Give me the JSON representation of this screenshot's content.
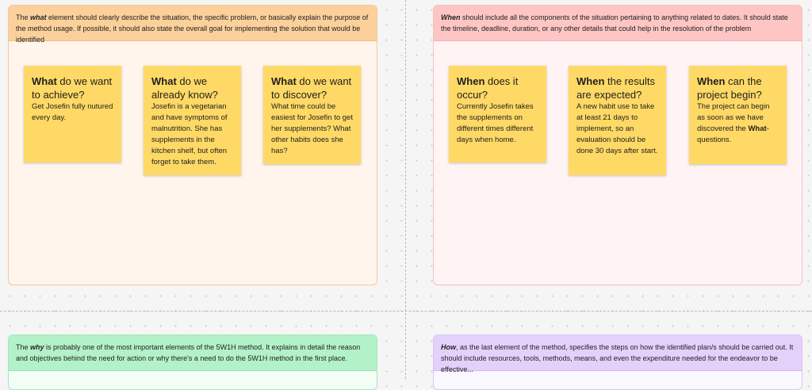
{
  "sections": {
    "what": {
      "header_pre": "The ",
      "header_em": "what",
      "header_post": " element should clearly describe the situation, the specific problem, or basically explain the purpose of the method usage. If possible, it should also state the overall goal for implementing the solution that would be identified",
      "notes": [
        {
          "q_bold": "What",
          "q_rest": " do we want to achieve?",
          "answer": "Get Josefin fully nutured every day."
        },
        {
          "q_bold": "What",
          "q_rest": " do we already know?",
          "answer": "Josefin is a vegetarian and have symptoms of malnutrition. She has supplements in the kitchen shelf, but often forget to take them."
        },
        {
          "q_bold": "What",
          "q_rest": " do we want to discover?",
          "answer": "What time could be easiest for Josefin to get her supplements? What other habits does she has?"
        }
      ]
    },
    "when": {
      "header_em": "When",
      "header_post": " should include all the components of the situation pertaining to anything related to dates. It should state the timeline, deadline, duration, or any other details that could help in the resolution of the problem",
      "notes": [
        {
          "q_bold": "When",
          "q_rest": " does it occur?",
          "answer": "Currently Josefin takes the supplements on different times different days when home."
        },
        {
          "q_bold": "When",
          "q_rest": " the results are expected?",
          "answer": "A new habit use to take at least 21 days to implement, so an evaluation should be done 30 days after start."
        },
        {
          "q_bold": "When",
          "q_rest": " can the project begin?",
          "answer_pre": "The project can begin as soon as we have discovered the ",
          "answer_bold": "What",
          "answer_post": "-questions."
        }
      ]
    },
    "why": {
      "header_pre": "The ",
      "header_em": "why",
      "header_post": " is probably one of the most important elements of the 5W1H method. It explains in detail the reason and objectives behind the need for action or why there's a need to do the 5W1H method in the first place."
    },
    "how": {
      "header_em": "How",
      "header_post": ", as the last element of the method, specifies the steps on how the identified plan/s should be carried out. It should include resources, tools, methods, means, and even the expenditure needed for the endeavor to be effective..."
    }
  },
  "colors": {
    "sticky": "#ffd966",
    "what_header": "#fbd09b",
    "when_header": "#fdc6c4",
    "why_header": "#b3f1c8",
    "how_header": "#e4d1fb"
  }
}
